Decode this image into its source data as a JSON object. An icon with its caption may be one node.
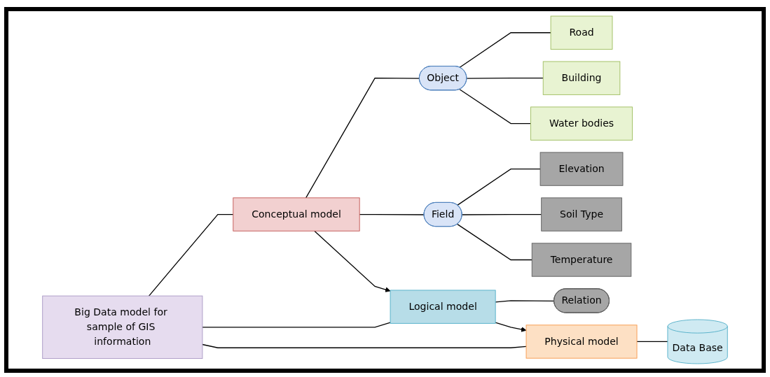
{
  "diagram": {
    "nodes": [
      {
        "text": [
          "Big Data model for sample of GIS information"
        ]
      },
      {
        "text": [
          "Conceptual model"
        ]
      },
      {
        "text": [
          "Object"
        ]
      },
      {
        "text": [
          "Road"
        ]
      },
      {
        "text": [
          "Building"
        ]
      },
      {
        "text": [
          "Water bodies"
        ]
      },
      {
        "text": [
          "Field"
        ]
      },
      {
        "text": [
          "Elevation"
        ]
      },
      {
        "text": [
          "Soil Type"
        ]
      },
      {
        "text": [
          "Temperature"
        ]
      },
      {
        "text": [
          "Logical model"
        ]
      },
      {
        "text": [
          "Relation"
        ]
      },
      {
        "text": [
          "Physical model"
        ]
      },
      {
        "text": [
          "Data Base"
        ]
      }
    ],
    "edges": [
      {
        "from": 0,
        "to": 1,
        "arrow": "none"
      },
      {
        "from": 0,
        "to": 10,
        "arrow": "none"
      },
      {
        "from": 0,
        "to": 12,
        "arrow": "none"
      },
      {
        "from": 1,
        "to": 10,
        "arrow": "to"
      },
      {
        "from": 10,
        "to": 12,
        "arrow": "to"
      },
      {
        "from": 1,
        "to": 2,
        "arrow": "none"
      },
      {
        "from": 1,
        "to": 6,
        "arrow": "none"
      },
      {
        "from": 2,
        "to": 3,
        "arrow": "none"
      },
      {
        "from": 2,
        "to": 4,
        "arrow": "none"
      },
      {
        "from": 2,
        "to": 5,
        "arrow": "none"
      },
      {
        "from": 6,
        "to": 7,
        "arrow": "none"
      },
      {
        "from": 6,
        "to": 8,
        "arrow": "none"
      },
      {
        "from": 6,
        "to": 9,
        "arrow": "none"
      },
      {
        "from": 10,
        "to": 11,
        "arrow": "none"
      },
      {
        "from": 12,
        "to": 13,
        "arrow": "none"
      }
    ]
  }
}
